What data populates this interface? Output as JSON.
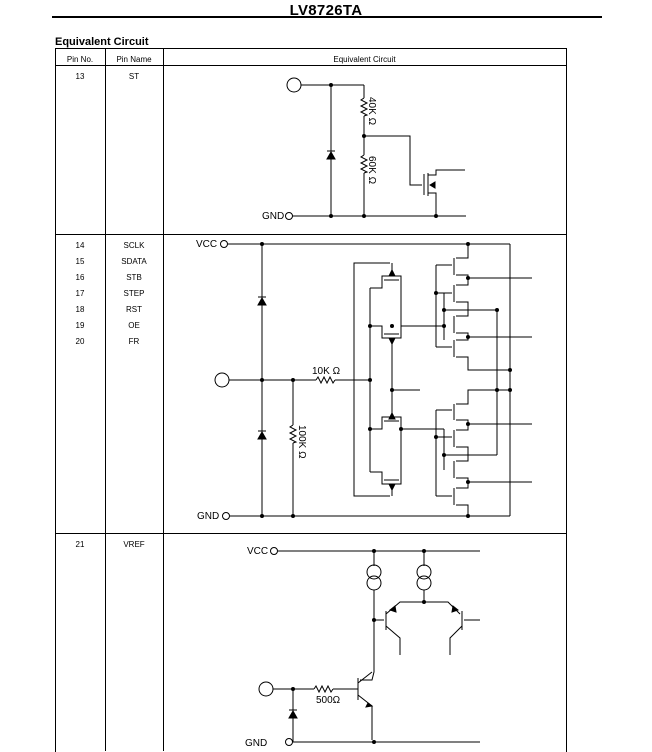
{
  "header": {
    "title": "LV8726TA"
  },
  "section": {
    "title": "Equivalent Circuit"
  },
  "table": {
    "headers": {
      "pin_no": "Pin No.",
      "pin_name": "Pin Name",
      "circuit": "Equivalent Circuit"
    },
    "rows": [
      {
        "pins": [
          {
            "no": "13",
            "name": "ST"
          }
        ]
      },
      {
        "pins": [
          {
            "no": "14",
            "name": "SCLK"
          },
          {
            "no": "15",
            "name": "SDATA"
          },
          {
            "no": "16",
            "name": "STB"
          },
          {
            "no": "17",
            "name": "STEP"
          },
          {
            "no": "18",
            "name": "RST"
          },
          {
            "no": "19",
            "name": "OE"
          },
          {
            "no": "20",
            "name": "FR"
          }
        ]
      },
      {
        "pins": [
          {
            "no": "21",
            "name": "VREF"
          }
        ]
      }
    ]
  },
  "circuits": {
    "st": {
      "gnd": "GND",
      "r_top": "40K Ω",
      "r_bottom": "60K Ω"
    },
    "logic": {
      "vcc": "VCC",
      "gnd": "GND",
      "r_series": "10K Ω",
      "r_pulldown": "100K Ω"
    },
    "vref": {
      "vcc": "VCC",
      "gnd": "GND",
      "r_base": "500Ω"
    }
  }
}
